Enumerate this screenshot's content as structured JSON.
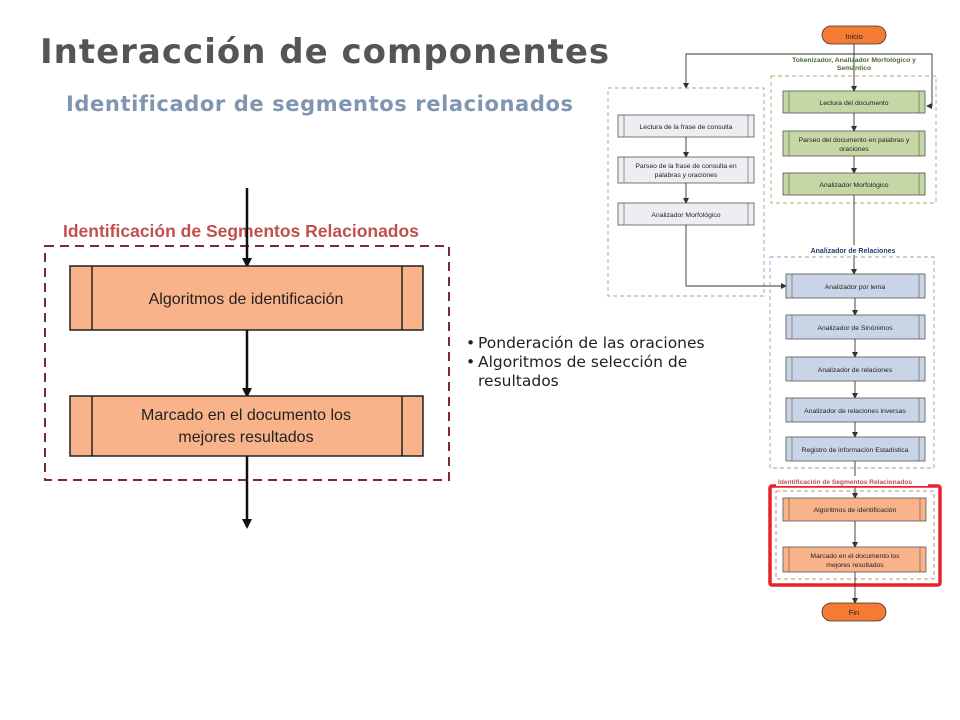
{
  "title": "Interacción de componentes",
  "subtitle": "Identificador de segmentos relacionados",
  "bullets": [
    "Ponderación de las oraciones",
    "Algoritmos de selección de resultados"
  ],
  "zoom": {
    "group_label": "Identificación de Segmentos Relacionados",
    "box1": "Algoritmos de identificación",
    "box2_line1": "Marcado en el documento los",
    "box2_line2": "mejores resultados"
  },
  "flow": {
    "start": "Inicio",
    "end": "Fin",
    "tokenizer_group_line1": "Tokenizador, Analizador Morfológico y",
    "tokenizer_group_line2": "Semántico",
    "doc_read": "Lectura del documento",
    "doc_parse_line1": "Parseo del documento en palabras y",
    "doc_parse_line2": "oraciones",
    "doc_morph": "Analizador Morfológico",
    "query_read": "Lectura de la frase de consulta",
    "query_parse_line1": "Parseo de la frase de consulta en",
    "query_parse_line2": "palabras y oraciones",
    "query_morph": "Analizador Morfológico",
    "relations_group": "Analizador de Relaciones",
    "lemma": "Analizador por lema",
    "synonyms": "Analizador de Sinónimos",
    "relations": "Analizador de relaciones",
    "inverse": "Analizador de relaciones inversas",
    "stats": "Registro de información Estadística",
    "segments_group": "Identificación de Segmentos Relacionados",
    "ident": "Algoritmos de identificación",
    "mark_line1": "Marcado en el documento los",
    "mark_line2": "mejores resultados"
  },
  "colors": {
    "orange_fill": "#f9b38a",
    "orange_terminal": "#f47b33",
    "green_fill": "#c4d7a4",
    "blue_fill": "#c9d5e6",
    "gray_fill": "#eceef2",
    "highlight": "#e8232b",
    "zoom_dash": "#7b2b2b",
    "blue_dash": "#8ca6c9",
    "green_dash": "#a7ae6c"
  }
}
